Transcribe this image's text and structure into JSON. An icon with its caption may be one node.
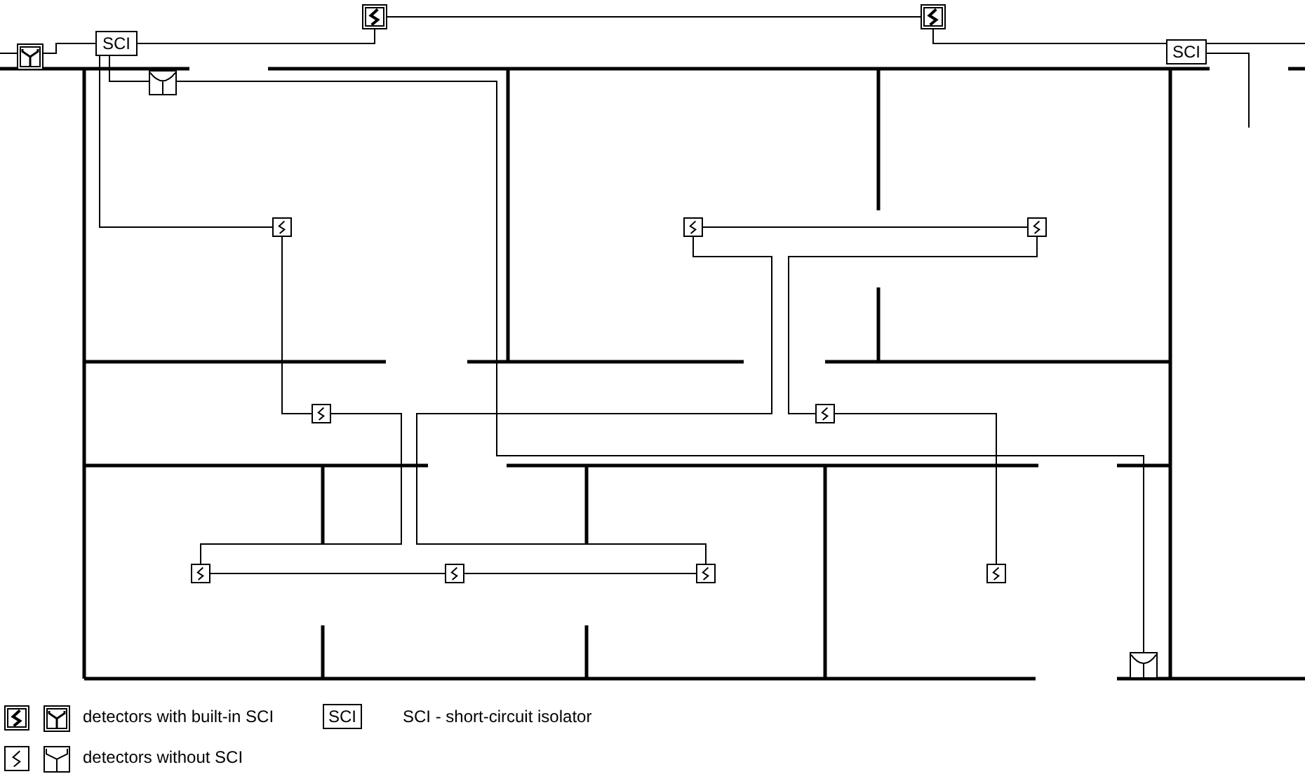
{
  "diagram": {
    "nodes": [
      {
        "text": [],
        "shape": "box"
      },
      {
        "text": [
          "SCI"
        ]
      },
      {
        "text": [],
        "shape": "box"
      },
      {
        "text": [],
        "shape": "box"
      },
      {
        "text": [
          "SCI"
        ]
      },
      {
        "text": [],
        "shape": "box"
      },
      {
        "text": [],
        "shape": "box"
      },
      {
        "text": [],
        "shape": "box"
      },
      {
        "text": [],
        "shape": "box"
      },
      {
        "text": [],
        "shape": "box"
      },
      {
        "text": [],
        "shape": "box"
      },
      {
        "text": [],
        "shape": "box"
      },
      {
        "text": [],
        "shape": "box"
      },
      {
        "text": [],
        "shape": "box"
      },
      {
        "text": [],
        "shape": "box"
      },
      {
        "text": [],
        "shape": "box"
      }
    ],
    "edges": [
      {
        "from": null,
        "to": 0,
        "arrow": "none"
      },
      {
        "from": 0,
        "to": 1,
        "arrow": "none"
      },
      {
        "from": 1,
        "to": 2,
        "arrow": "none"
      },
      {
        "from": 2,
        "to": 3,
        "arrow": "none"
      },
      {
        "from": 3,
        "to": 4,
        "arrow": "none"
      },
      {
        "from": 4,
        "to": null,
        "arrow": "none"
      },
      {
        "from": 4,
        "to": null,
        "arrow": "none"
      },
      {
        "from": 1,
        "to": 6,
        "arrow": "none"
      },
      {
        "from": 1,
        "to": 5,
        "arrow": "none"
      },
      {
        "from": 5,
        "to": 15,
        "arrow": "none"
      },
      {
        "from": 6,
        "to": 9,
        "arrow": "none"
      },
      {
        "from": 9,
        "to": 11,
        "arrow": "none"
      },
      {
        "from": 11,
        "to": 12,
        "arrow": "none"
      },
      {
        "from": 12,
        "to": 13,
        "arrow": "none"
      },
      {
        "from": 13,
        "to": 7,
        "arrow": "none"
      },
      {
        "from": 7,
        "to": 8,
        "arrow": "none"
      },
      {
        "from": 8,
        "to": 10,
        "arrow": "none"
      },
      {
        "from": 10,
        "to": 14,
        "arrow": "none"
      }
    ],
    "labels": [
      "SCI"
    ],
    "legend": [
      {
        "text": "detectors with built-in SCI"
      },
      {
        "text": "SCI - short-circuit isolator"
      },
      {
        "text": "detectors without SCI"
      }
    ]
  }
}
